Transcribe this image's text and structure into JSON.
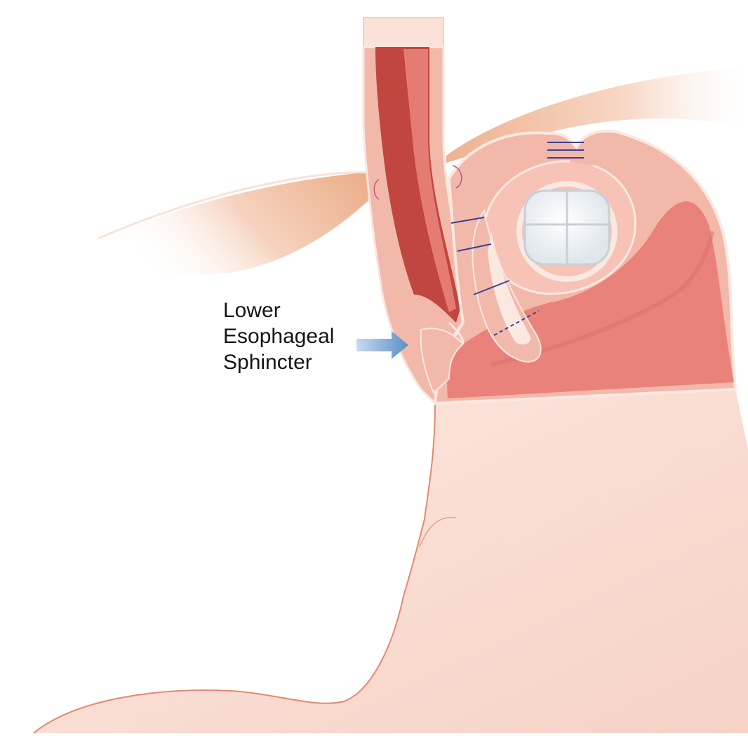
{
  "diagram": {
    "label_lines": [
      "Lower",
      "Esophageal",
      "Sphincter"
    ],
    "colors": {
      "background": "#ffffff",
      "tissue_outer": "#f8dcd2",
      "tissue_wall": "#f2b8aa",
      "tissue_inner": "#e9827a",
      "lumen_dark": "#c0463f",
      "outline": "#e3896f",
      "suture": "#3c3f93",
      "arrow": "#7aa6cf",
      "device": "#e9eef3"
    },
    "icons": [
      "arrow-right-icon"
    ]
  }
}
